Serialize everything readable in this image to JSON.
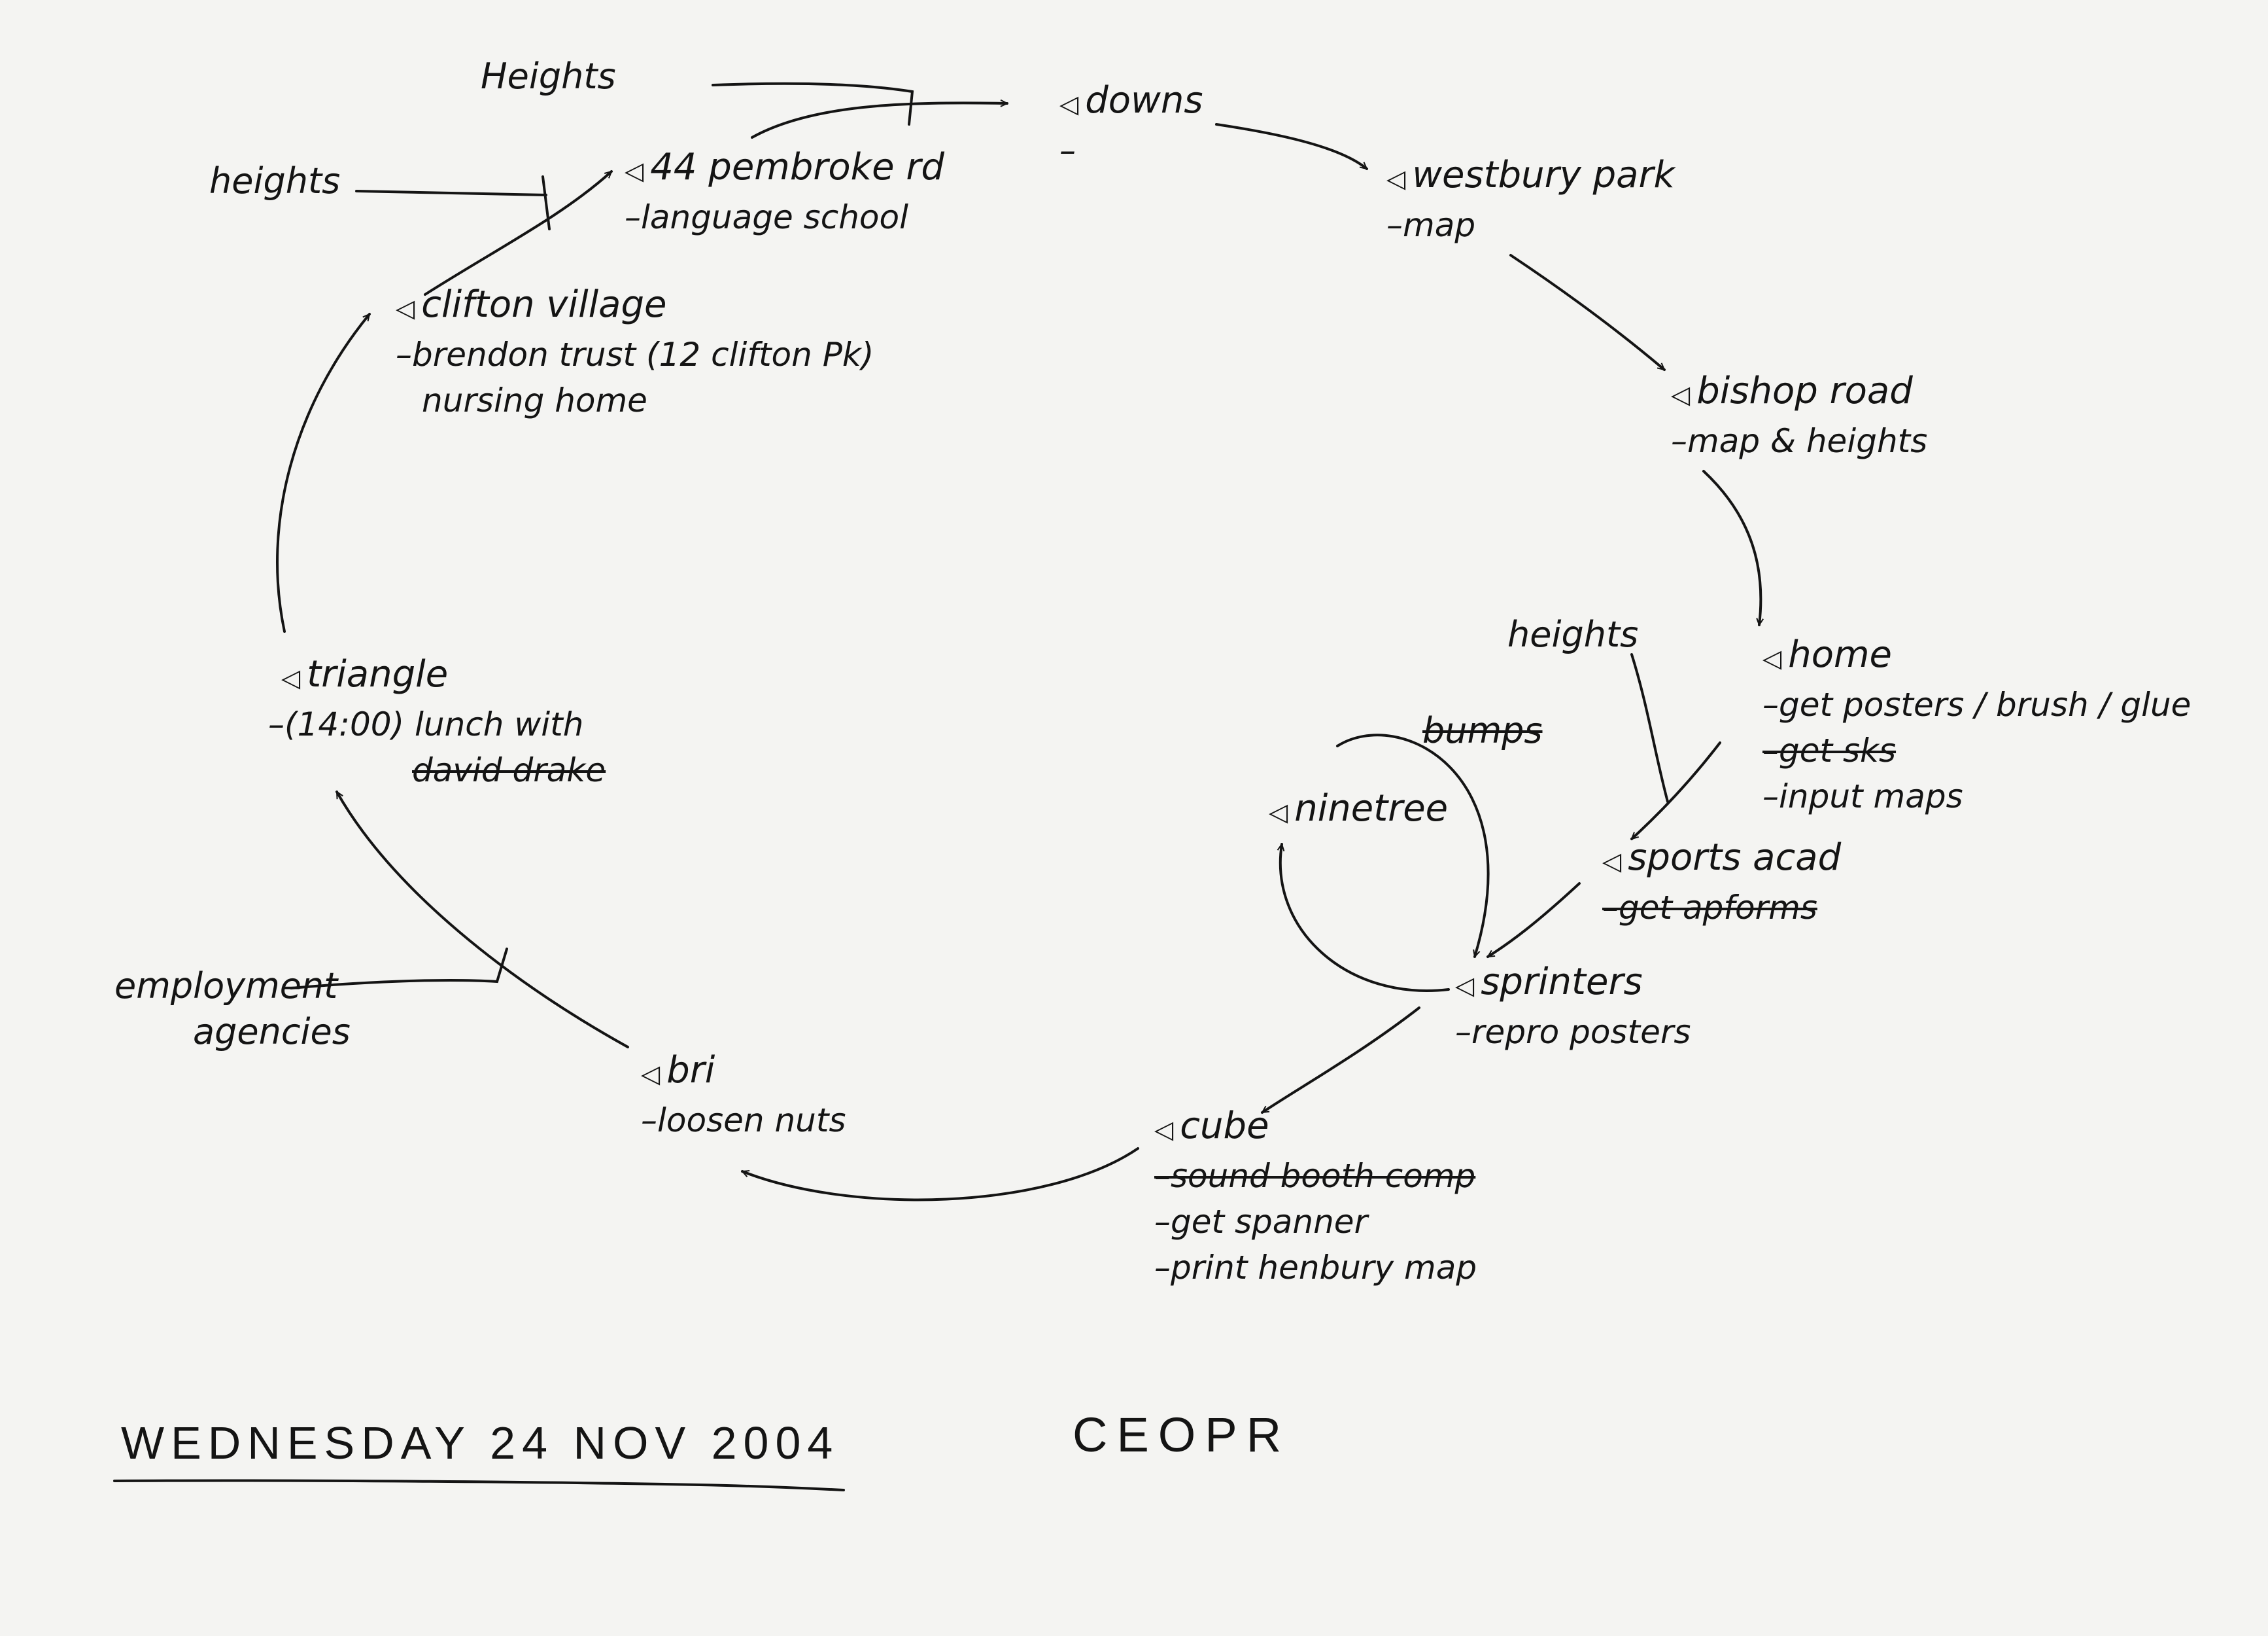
{
  "marker": "◁",
  "nodes": {
    "downs": {
      "title": "downs",
      "items": [
        "–"
      ]
    },
    "westbury": {
      "title": "westbury park",
      "items": [
        "–map"
      ]
    },
    "bishop": {
      "title": "bishop road",
      "items": [
        "–map & heights"
      ]
    },
    "home": {
      "title": "home",
      "items": [
        "–get posters / brush / glue",
        "–get sks",
        "–input maps"
      ]
    },
    "sports": {
      "title": "sports acad",
      "items": [
        "–get apforms"
      ]
    },
    "ninetree": {
      "title": "ninetree",
      "items": []
    },
    "sprinters": {
      "title": "sprinters",
      "items": [
        "–repro posters"
      ]
    },
    "cube": {
      "title": "cube",
      "items": [
        "–sound booth comp",
        "–get spanner",
        "–print henbury map"
      ]
    },
    "bri": {
      "title": "bri",
      "items": [
        "–loosen nuts"
      ]
    },
    "triangle": {
      "title": "triangle",
      "items": [
        "–(14:00) lunch with",
        "david drake"
      ]
    },
    "clifton": {
      "title": "clifton village",
      "items": [
        "–brendon trust (12 clifton Pk)",
        "nursing home"
      ]
    },
    "pembroke": {
      "title": "44 pembroke rd",
      "items": [
        "–language school"
      ]
    }
  },
  "side_notes": {
    "heights_top": "Heights",
    "heights_left": "heights",
    "heights_right": "heights",
    "bumps": "bumps",
    "employment_1": "employment",
    "employment_2": "agencies"
  },
  "footer": {
    "date": "WEDNESDAY 24 NOV 2004",
    "code": "CEOPR"
  }
}
